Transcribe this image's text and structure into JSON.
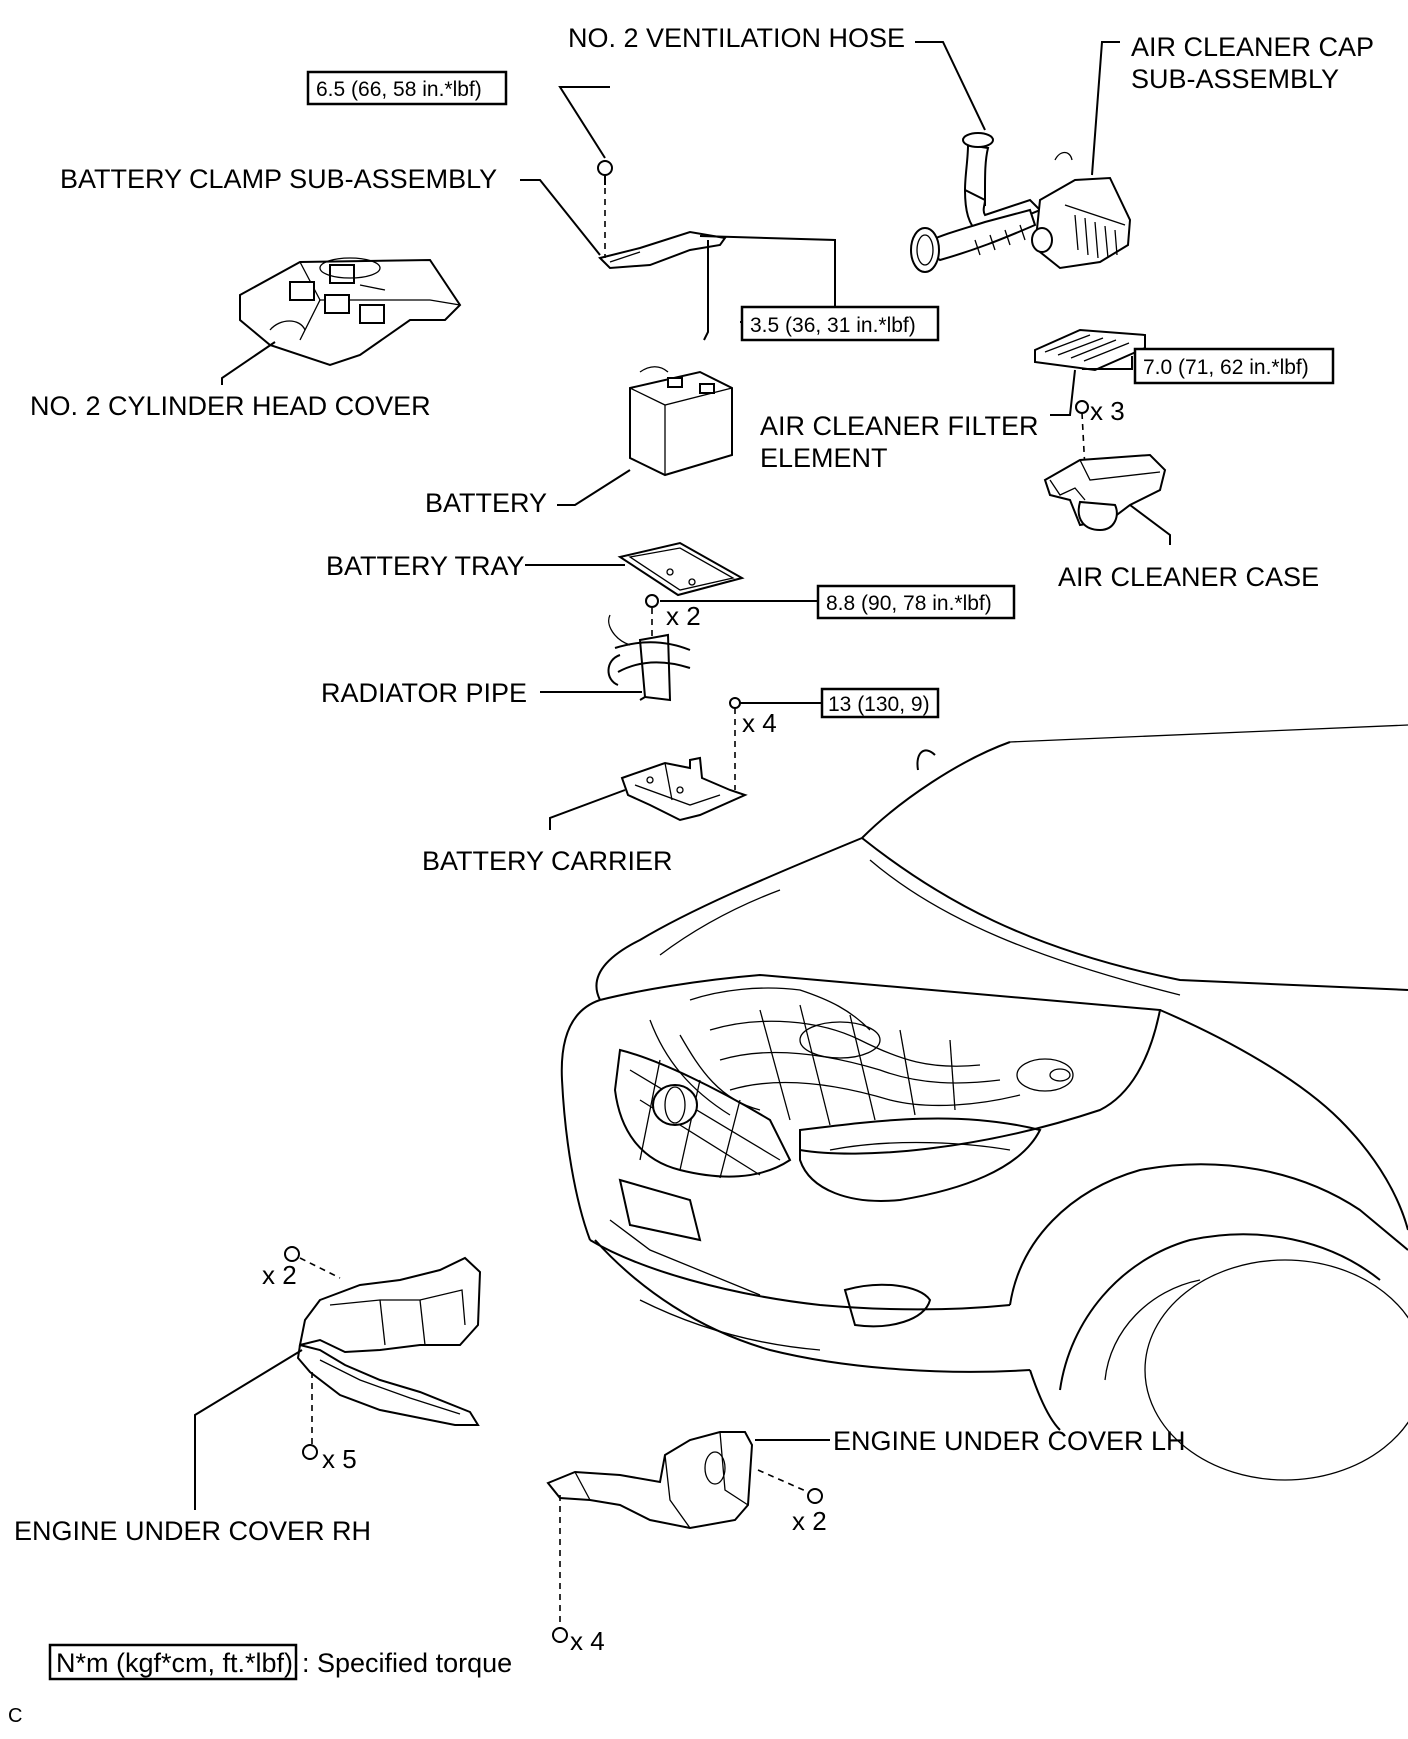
{
  "labels": {
    "no2_ventilation_hose": "NO. 2 VENTILATION HOSE",
    "air_cleaner_cap_line1": "AIR CLEANER CAP",
    "air_cleaner_cap_line2": "SUB-ASSEMBLY",
    "battery_clamp": "BATTERY CLAMP SUB-ASSEMBLY",
    "no2_cylinder_head_cover": "NO. 2 CYLINDER HEAD COVER",
    "battery": "BATTERY",
    "air_cleaner_filter_line1": "AIR CLEANER FILTER",
    "air_cleaner_filter_line2": "ELEMENT",
    "battery_tray": "BATTERY TRAY",
    "air_cleaner_case": "AIR CLEANER CASE",
    "radiator_pipe": "RADIATOR PIPE",
    "battery_carrier": "BATTERY CARRIER",
    "engine_under_cover_lh": "ENGINE UNDER COVER LH",
    "engine_under_cover_rh": "ENGINE UNDER COVER RH"
  },
  "torques": {
    "clamp_bolt": "6.5 (66, 58 in.*lbf)",
    "clamp_rod": "3.5 (36, 31 in.*lbf)",
    "air_cleaner_case": "7.0 (71, 62 in.*lbf)",
    "radiator_pipe": "8.8 (90, 78 in.*lbf)",
    "battery_carrier": "13 (130, 9)"
  },
  "counts": {
    "air_cleaner_case_bolts": "x 3",
    "radiator_pipe_bolts": "x 2",
    "battery_carrier_bolts": "x 4",
    "rh_upper_bolts": "x 2",
    "rh_lower_bolts": "x 5",
    "lh_side_bolts": "x 2",
    "lh_lower_bolts": "x 4"
  },
  "legend": {
    "unit_box": "N*m (kgf*cm, ft.*lbf)",
    "description": ": Specified torque"
  },
  "corner_code": "C"
}
